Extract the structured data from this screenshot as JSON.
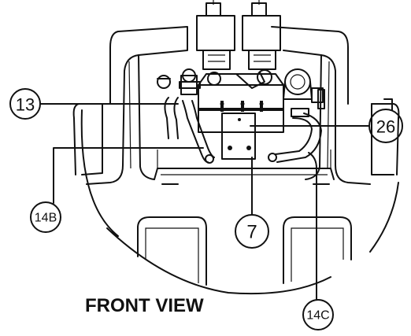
{
  "title": "FRONT VIEW",
  "callouts": {
    "c13": "13",
    "c14b": "14B",
    "c26": "26",
    "c7": "7",
    "c14c": "14C"
  }
}
